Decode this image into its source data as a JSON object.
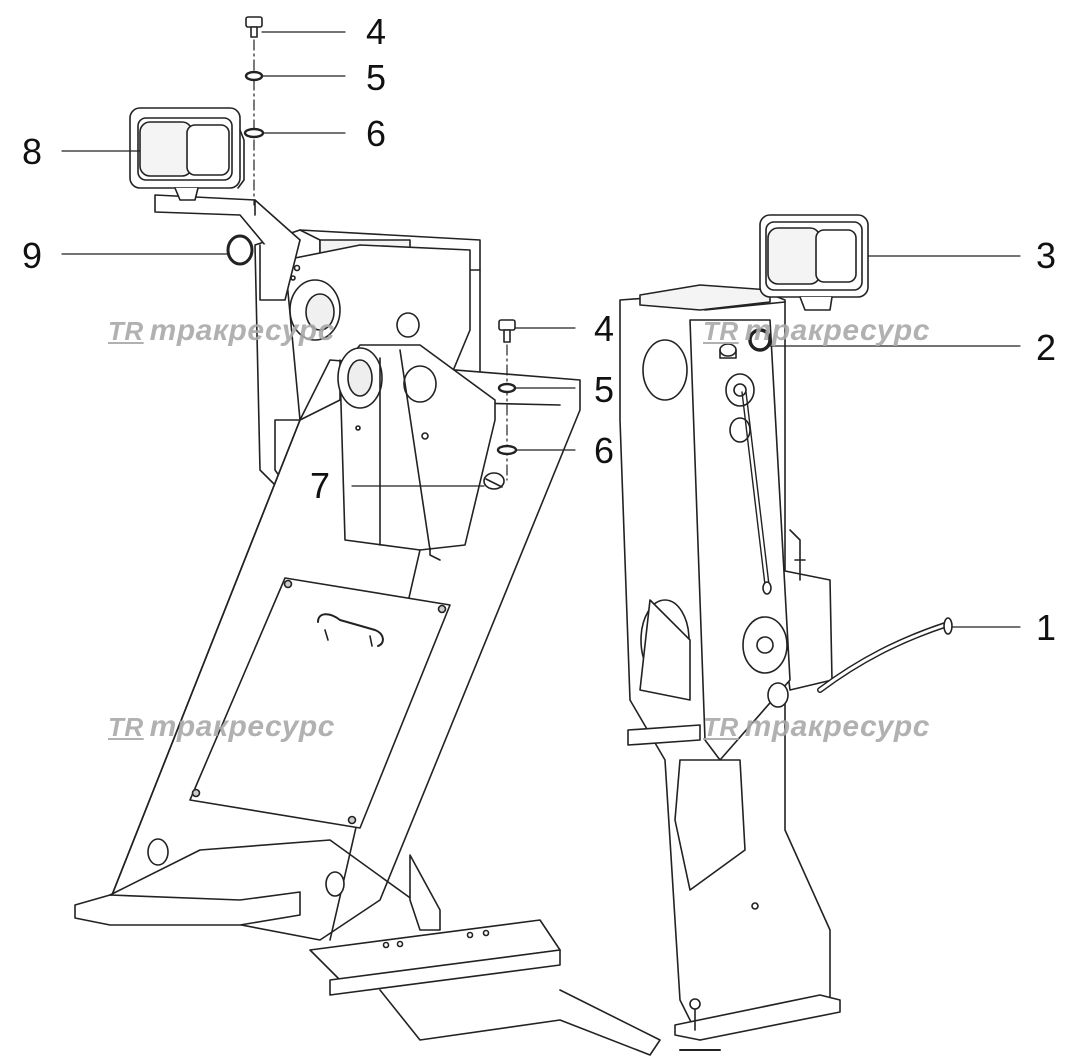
{
  "diagram": {
    "colors": {
      "line": "#222222",
      "fill": "#ffffff",
      "shade": "#f0f0f0",
      "watermark": "#a9a9a9"
    },
    "callouts": [
      {
        "id": "c4a",
        "label": "4"
      },
      {
        "id": "c5a",
        "label": "5"
      },
      {
        "id": "c6a",
        "label": "6"
      },
      {
        "id": "c8",
        "label": "8"
      },
      {
        "id": "c9",
        "label": "9"
      },
      {
        "id": "c3",
        "label": "3"
      },
      {
        "id": "c2",
        "label": "2"
      },
      {
        "id": "c4b",
        "label": "4"
      },
      {
        "id": "c5b",
        "label": "5"
      },
      {
        "id": "c6b",
        "label": "6"
      },
      {
        "id": "c7",
        "label": "7"
      },
      {
        "id": "c1",
        "label": "1"
      }
    ],
    "watermark": {
      "logo": "TR",
      "text": "тракресурс"
    }
  }
}
